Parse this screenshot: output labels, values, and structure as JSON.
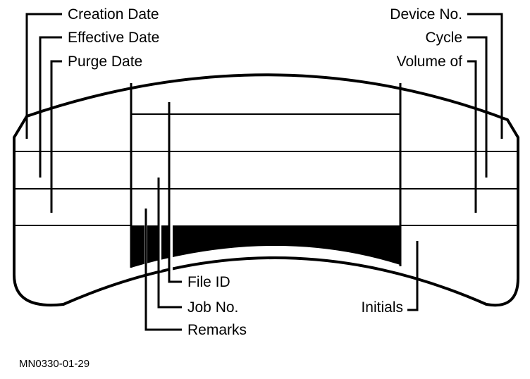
{
  "labels": {
    "creation_date": "Creation Date",
    "effective_date": "Effective Date",
    "purge_date": "Purge Date",
    "device_no": "Device No.",
    "cycle": "Cycle",
    "volume_of": "Volume of",
    "file_id": "File ID",
    "job_no": "Job No.",
    "remarks": "Remarks",
    "initials": "Initials"
  },
  "figure_id": "MN0330-01-29",
  "colors": {
    "ink": "#000000",
    "paper": "#ffffff"
  }
}
